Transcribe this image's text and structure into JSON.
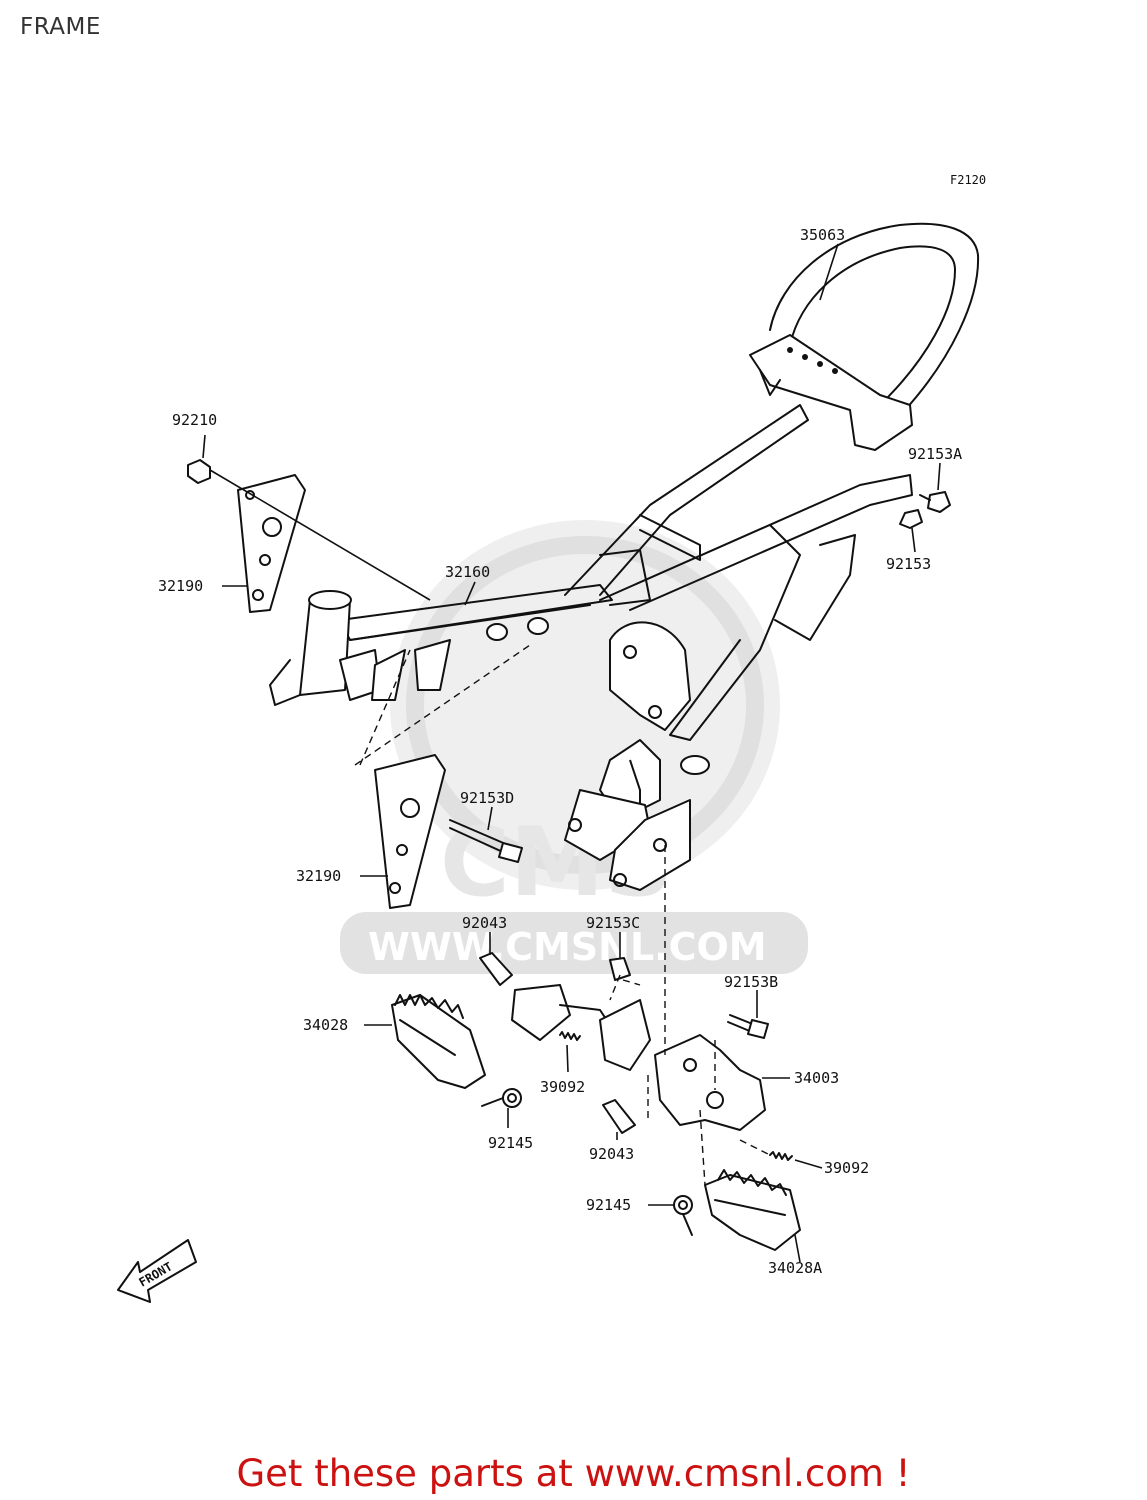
{
  "page_title": "FRAME",
  "figure_code": "F2120",
  "watermark": {
    "logo_text": "CMS",
    "url_text": "WWW.CMSNL.COM"
  },
  "front_arrow_label": "FRONT",
  "part_labels": {
    "p35063": "35063",
    "p92210": "92210",
    "p92153A": "92153A",
    "p92153": "92153",
    "p32190_top": "32190",
    "p32160": "32160",
    "p92153D": "92153D",
    "p32190_bottom": "32190",
    "p92043_top": "92043",
    "p92153C": "92153C",
    "p92153B": "92153B",
    "p34028": "34028",
    "p34003": "34003",
    "p39092_left": "39092",
    "p92145_left": "92145",
    "p92043_bottom": "92043",
    "p39092_right": "39092",
    "p92145_right": "92145",
    "p34028A": "34028A"
  },
  "footer_text": "Get these parts at www.cmsnl.com !"
}
